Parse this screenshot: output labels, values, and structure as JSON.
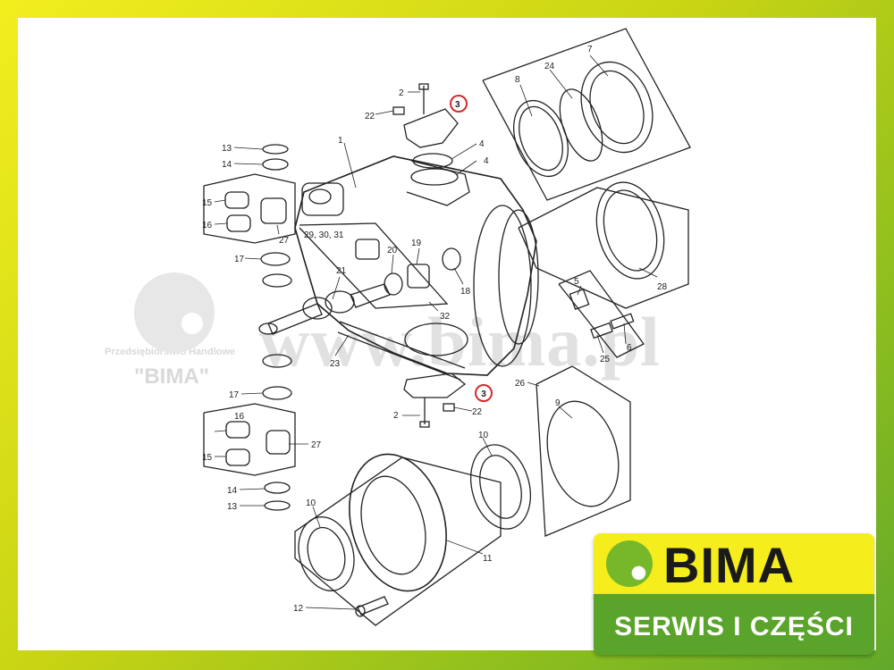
{
  "watermark": {
    "company": "Przedsiębiorstwo Handlowe",
    "name": "\"BIMA\"",
    "url": "www.bima.pl"
  },
  "logo": {
    "name": "BIMA",
    "tagline": "SERWIS I CZĘŚCI"
  },
  "colors": {
    "frame_yellow": "#f2ee1e",
    "frame_green": "#62a82a",
    "logo_yellow": "#f5ed1c",
    "logo_green": "#5aa42b",
    "highlight_red": "#d42a2a"
  },
  "diagram": {
    "highlighted_part": "3",
    "labels": {
      "l1": "1",
      "l2a": "2",
      "l2b": "2",
      "l3a": "3",
      "l3b": "3",
      "l4a": "4",
      "l4b": "4",
      "l5": "5",
      "l6": "6",
      "l7": "7",
      "l8": "8",
      "l9": "9",
      "l10a": "10",
      "l10b": "10",
      "l11": "11",
      "l12": "12",
      "l13a": "13",
      "l13b": "13",
      "l14a": "14",
      "l14b": "14",
      "l15a": "15",
      "l15b": "15",
      "l16a": "16",
      "l16b": "16",
      "l17a": "17",
      "l17b": "17",
      "l18": "18",
      "l19": "19",
      "l20": "20",
      "l21": "21",
      "l22a": "22",
      "l22b": "22",
      "l23": "23",
      "l24": "24",
      "l25": "25",
      "l26": "26",
      "l27a": "27",
      "l27b": "27",
      "l28": "28",
      "l29": "29, 30, 31",
      "l32": "32"
    }
  }
}
